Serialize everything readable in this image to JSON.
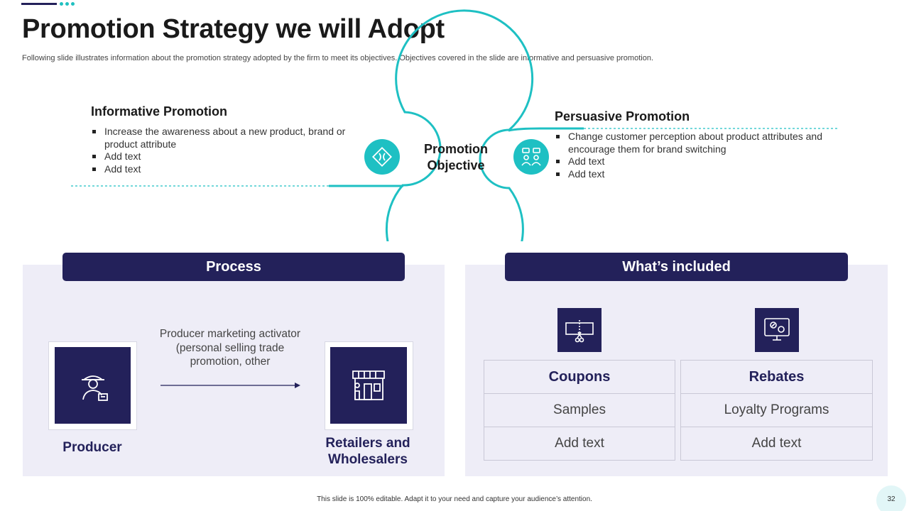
{
  "slide": {
    "title": "Promotion Strategy we will Adopt",
    "subtitle": "Following slide illustrates information about the promotion strategy adopted by the firm to meet its objectives. Objectives covered in the slide are informative and persuasive promotion.",
    "footer": "This slide is 100% editable.  Adapt it to your need and capture your audience’s attention.",
    "page_number": "32"
  },
  "objective": {
    "label_line1": "Promotion",
    "label_line2": "Objective",
    "left_icon": "road-sign-icon",
    "right_icon": "people-discussion-icon"
  },
  "informative": {
    "title": "Informative Promotion",
    "bullets": [
      "Increase the awareness about a new product, brand or product attribute",
      "Add text",
      "Add text"
    ]
  },
  "persuasive": {
    "title": "Persuasive Promotion",
    "bullets": [
      "Change customer perception about product attributes and encourage them for brand switching",
      "Add text",
      "Add text"
    ]
  },
  "process": {
    "header": "Process",
    "producer_label": "Producer",
    "producer_icon": "producer-icon",
    "description": "Producer marketing activator (personal selling trade promotion, other",
    "retailer_label_line1": "Retailers and",
    "retailer_label_line2": "Wholesalers",
    "retailer_icon": "storefront-icon"
  },
  "included": {
    "header": "What’s included",
    "columns": [
      {
        "icon": "coupon-scissors-icon",
        "rows": [
          "Coupons",
          "Samples",
          "Add text"
        ]
      },
      {
        "icon": "rebate-monitor-icon",
        "rows": [
          "Rebates",
          "Loyalty Programs",
          "Add text"
        ]
      }
    ]
  },
  "colors": {
    "navy": "#23215a",
    "teal": "#1ec0c3",
    "panel": "#eeedf7"
  }
}
